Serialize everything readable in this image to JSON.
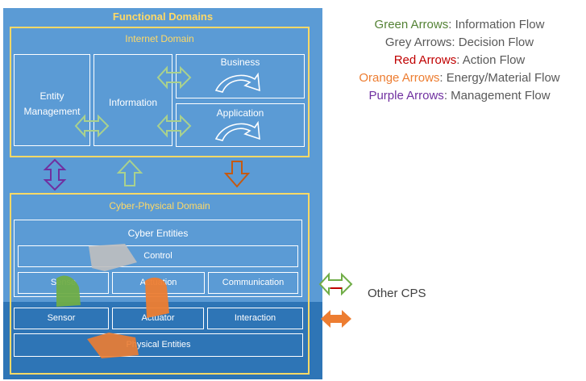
{
  "functional_domains": {
    "title": "Functional Domains"
  },
  "internet_domain": {
    "title": "Internet  Domain",
    "entity_management": "Entity\nManagement",
    "information": "Information",
    "business": "Business",
    "application": "Application"
  },
  "cyber_physical_domain": {
    "title": "Cyber-Physical Domain",
    "cyber_entities": "Cyber Entities",
    "control": "Control",
    "sense": "Sense",
    "actuation": "Actuation",
    "communication": "Communication",
    "sensor": "Sensor",
    "actuator": "Actuator",
    "interaction": "Interaction",
    "physical_entities": "Physical Entities"
  },
  "other_cps": "Other CPS",
  "legend": [
    {
      "key": "Green Arrows",
      "text": ": Information Flow",
      "color": "#70ad47"
    },
    {
      "key": "Grey Arrows",
      "text": ": Decision Flow",
      "color": "#595959"
    },
    {
      "key": "Red Arrows",
      "text": ": Action Flow",
      "color": "#c00000"
    },
    {
      "key": "Orange Arrows",
      "text": ": Energy/Material Flow",
      "color": "#ed7d31"
    },
    {
      "key": "Purple Arrows",
      "text": ": Management Flow",
      "color": "#7030a0"
    }
  ],
  "colors": {
    "panel": "#5b9bd5",
    "dark_band": "#2e75b6",
    "yellow": "#ffd966",
    "green": "#a9d18e",
    "grey": "#bfbfbf",
    "orange": "#ed7d31",
    "purple": "#7030a0",
    "red": "#c55a11"
  }
}
